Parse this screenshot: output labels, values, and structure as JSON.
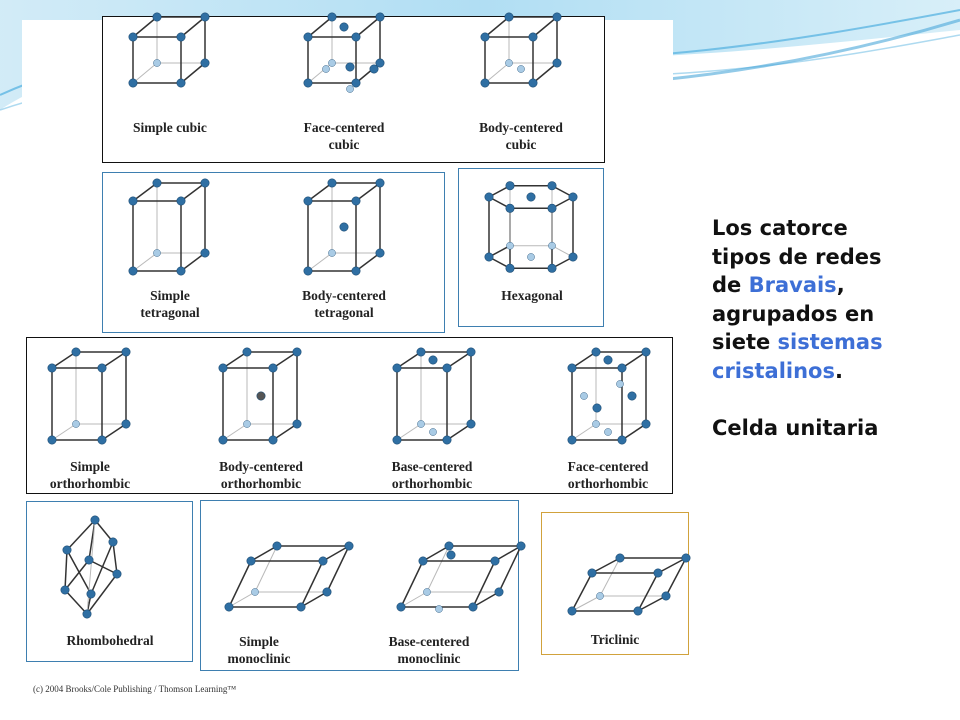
{
  "colors": {
    "accent_text": "#3d6fd6",
    "panel_black": "#111111",
    "panel_blue": "#3e7fb0",
    "panel_gold": "#d1a23c",
    "atom_dark": "#2f6fa3",
    "atom_light": "#a9cbe5",
    "atom_gray": "#555555",
    "swoosh": "#7cc3e6"
  },
  "diagram": {
    "labels": {
      "simple_cubic": [
        "Simple cubic"
      ],
      "fcc": [
        "Face-centered",
        "cubic"
      ],
      "bcc": [
        "Body-centered",
        "cubic"
      ],
      "simple_tetragonal": [
        "Simple",
        "tetragonal"
      ],
      "bc_tetragonal": [
        "Body-centered",
        "tetragonal"
      ],
      "hexagonal": [
        "Hexagonal"
      ],
      "simple_ortho": [
        "Simple",
        "orthorhombic"
      ],
      "bc_ortho": [
        "Body-centered",
        "orthorhombic"
      ],
      "basec_ortho": [
        "Base-centered",
        "orthorhombic"
      ],
      "fc_ortho": [
        "Face-centered",
        "orthorhombic"
      ],
      "rhombohedral": [
        "Rhombohedral"
      ],
      "simple_mono": [
        "Simple",
        "monoclinic"
      ],
      "basec_mono": [
        "Base-centered",
        "monoclinic"
      ],
      "triclinic": [
        "Triclinic"
      ]
    },
    "copyright": "(c) 2004 Brooks/Cole Publishing / Thomson Learning™"
  },
  "side_text": {
    "line_1": "Los catorce",
    "line_2": "tipos de redes",
    "line_3_pre": "de ",
    "line_3_accent": "Bravais",
    "line_3_post": ",",
    "line_4": "agrupados en",
    "line_5_pre": "siete ",
    "line_5_accent": "sistemas",
    "line_6_accent": "cristalinos",
    "line_6_post": ".",
    "line_7": "Celda unitaria"
  }
}
